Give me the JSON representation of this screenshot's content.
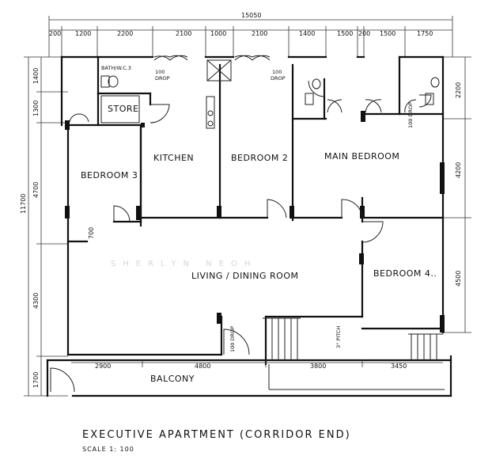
{
  "rooms": {
    "bath_wc3": "BATH/W.C.3",
    "store": "STORE",
    "kitchen": "KITCHEN",
    "bedroom2": "BEDROOM 2",
    "main_bedroom": "MAIN BEDROOM",
    "bedroom3": "BEDROOM 3",
    "living_dining": "LIVING / DINING ROOM",
    "bedroom4": "BEDROOM 4..",
    "balcony": "BALCONY"
  },
  "dimensions": {
    "overall_width": "15050",
    "overall_height": "11700",
    "top": [
      "200",
      "1200",
      "2200",
      "2100",
      "1000",
      "2100",
      "1400",
      "1500",
      "200",
      "1500",
      "1750"
    ],
    "left": [
      "1400",
      "1300",
      "4700",
      "4300",
      "1700"
    ],
    "right": [
      "2200",
      "4200",
      "4500"
    ],
    "bottom": [
      "2900",
      "4800",
      "3800",
      "3450"
    ],
    "bedroom3_door": "700"
  },
  "notes": {
    "drop": "100 DROP",
    "drop_num": "100",
    "drop_word": "DROP",
    "pitch": "3° PITCH",
    "pitch_num": "3°",
    "pitch_word": "PITCH"
  },
  "watermark": "SHERLYN NEOH",
  "title": "EXECUTIVE APARTMENT (CORRIDOR END)",
  "scale": "SCALE 1: 100"
}
